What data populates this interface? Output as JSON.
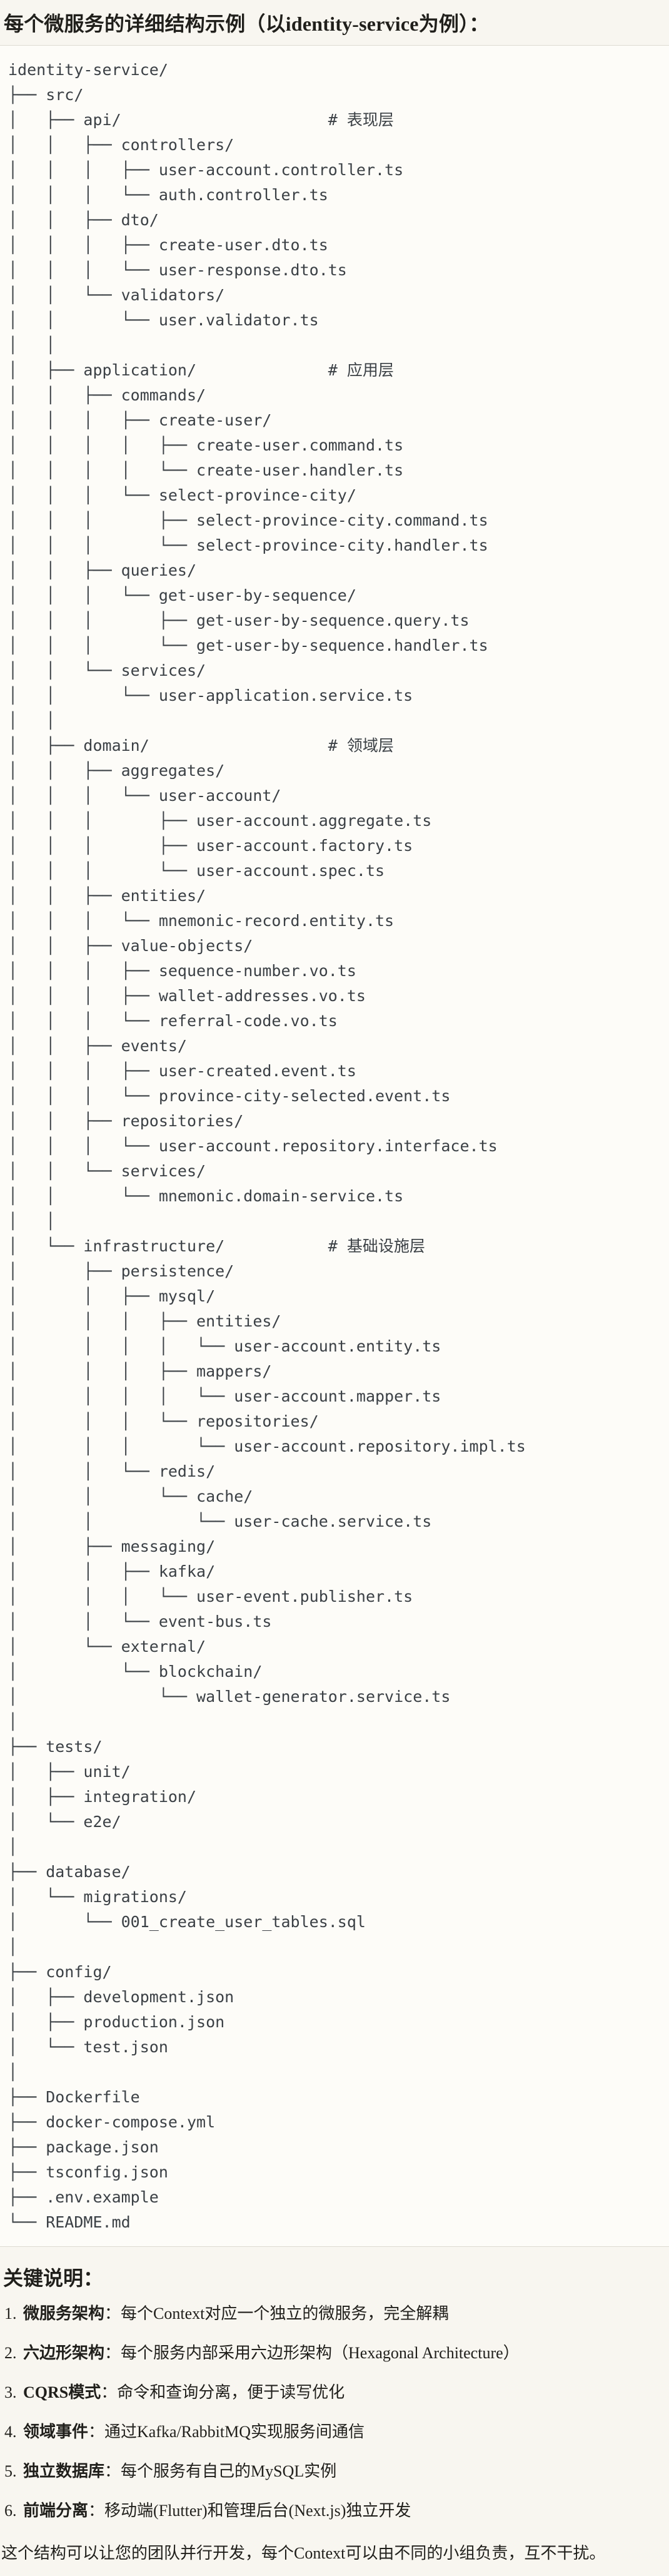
{
  "header": {
    "title": "每个微服务的详细结构示例（以identity-service为例）："
  },
  "code_block": {
    "tree_lines": [
      "identity-service/",
      "├── src/",
      "│   ├── api/                      # 表现层",
      "│   │   ├── controllers/",
      "│   │   │   ├── user-account.controller.ts",
      "│   │   │   └── auth.controller.ts",
      "│   │   ├── dto/",
      "│   │   │   ├── create-user.dto.ts",
      "│   │   │   └── user-response.dto.ts",
      "│   │   └── validators/",
      "│   │       └── user.validator.ts",
      "│   │",
      "│   ├── application/              # 应用层",
      "│   │   ├── commands/",
      "│   │   │   ├── create-user/",
      "│   │   │   │   ├── create-user.command.ts",
      "│   │   │   │   └── create-user.handler.ts",
      "│   │   │   └── select-province-city/",
      "│   │   │       ├── select-province-city.command.ts",
      "│   │   │       └── select-province-city.handler.ts",
      "│   │   ├── queries/",
      "│   │   │   └── get-user-by-sequence/",
      "│   │   │       ├── get-user-by-sequence.query.ts",
      "│   │   │       └── get-user-by-sequence.handler.ts",
      "│   │   └── services/",
      "│   │       └── user-application.service.ts",
      "│   │",
      "│   ├── domain/                   # 领域层",
      "│   │   ├── aggregates/",
      "│   │   │   └── user-account/",
      "│   │   │       ├── user-account.aggregate.ts",
      "│   │   │       ├── user-account.factory.ts",
      "│   │   │       └── user-account.spec.ts",
      "│   │   ├── entities/",
      "│   │   │   └── mnemonic-record.entity.ts",
      "│   │   ├── value-objects/",
      "│   │   │   ├── sequence-number.vo.ts",
      "│   │   │   ├── wallet-addresses.vo.ts",
      "│   │   │   └── referral-code.vo.ts",
      "│   │   ├── events/",
      "│   │   │   ├── user-created.event.ts",
      "│   │   │   └── province-city-selected.event.ts",
      "│   │   ├── repositories/",
      "│   │   │   └── user-account.repository.interface.ts",
      "│   │   └── services/",
      "│   │       └── mnemonic.domain-service.ts",
      "│   │",
      "│   └── infrastructure/           # 基础设施层",
      "│       ├── persistence/",
      "│       │   ├── mysql/",
      "│       │   │   ├── entities/",
      "│       │   │   │   └── user-account.entity.ts",
      "│       │   │   ├── mappers/",
      "│       │   │   │   └── user-account.mapper.ts",
      "│       │   │   └── repositories/",
      "│       │   │       └── user-account.repository.impl.ts",
      "│       │   └── redis/",
      "│       │       └── cache/",
      "│       │           └── user-cache.service.ts",
      "│       ├── messaging/",
      "│       │   ├── kafka/",
      "│       │   │   └── user-event.publisher.ts",
      "│       │   └── event-bus.ts",
      "│       └── external/",
      "│           └── blockchain/",
      "│               └── wallet-generator.service.ts",
      "│",
      "├── tests/",
      "│   ├── unit/",
      "│   ├── integration/",
      "│   └── e2e/",
      "│",
      "├── database/",
      "│   └── migrations/",
      "│       └── 001_create_user_tables.sql",
      "│",
      "├── config/",
      "│   ├── development.json",
      "│   ├── production.json",
      "│   └── test.json",
      "│",
      "├── Dockerfile",
      "├── docker-compose.yml",
      "├── package.json",
      "├── tsconfig.json",
      "├── .env.example",
      "└── README.md"
    ]
  },
  "notes": {
    "heading": "关键说明：",
    "items": [
      {
        "num": "1.",
        "label": "微服务架构",
        "sep": "：",
        "text": "每个Context对应一个独立的微服务，完全解耦"
      },
      {
        "num": "2.",
        "label": "六边形架构",
        "sep": "：",
        "text": "每个服务内部采用六边形架构（Hexagonal Architecture）"
      },
      {
        "num": "3.",
        "label": "CQRS模式",
        "sep": "：",
        "text": "命令和查询分离，便于读写优化"
      },
      {
        "num": "4.",
        "label": "领域事件",
        "sep": "：",
        "text": "通过Kafka/RabbitMQ实现服务间通信"
      },
      {
        "num": "5.",
        "label": "独立数据库",
        "sep": "：",
        "text": "每个服务有自己的MySQL实例"
      },
      {
        "num": "6.",
        "label": "前端分离",
        "sep": "：",
        "text": "移动端(Flutter)和管理后台(Next.js)独立开发"
      }
    ],
    "closing": "这个结构可以让您的团队并行开发，每个Context可以由不同的小组负责，互不干扰。"
  },
  "colors": {
    "page_bg": "#f8f6f0",
    "code_bg": "#fdfcf8",
    "code_border": "#dedbd2",
    "code_text": "#3b4045",
    "text": "#201f1b"
  }
}
